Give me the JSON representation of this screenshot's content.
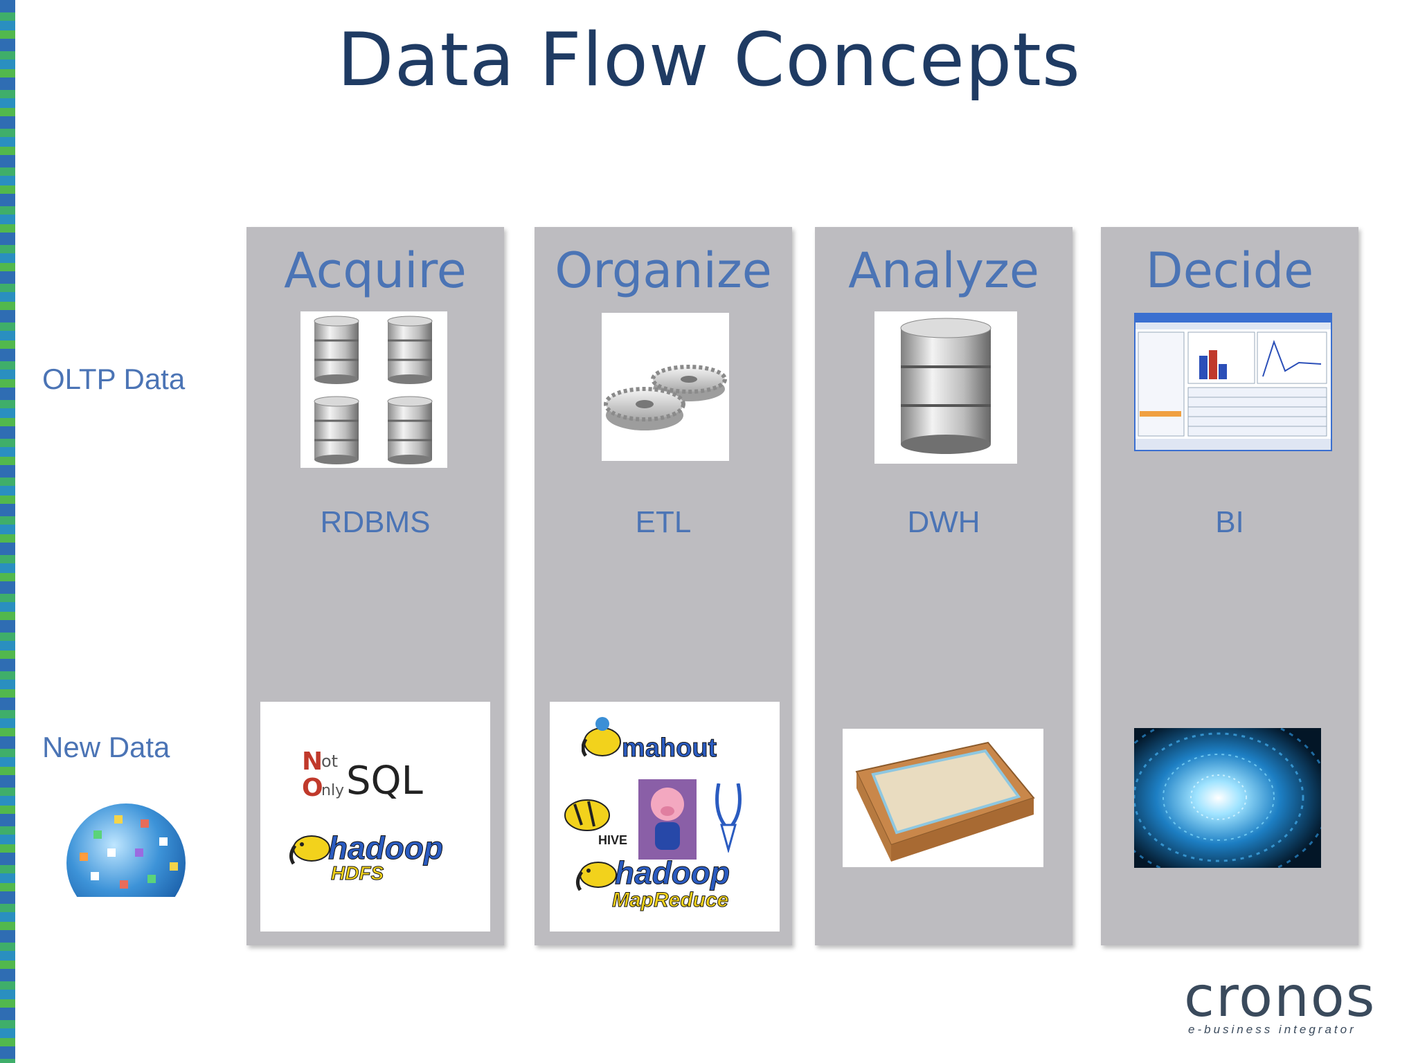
{
  "slide": {
    "title": "Data Flow Concepts",
    "row_labels": {
      "top": "OLTP Data",
      "bottom": "New Data"
    }
  },
  "columns": [
    {
      "heading": "Acquire",
      "sublabel": "RDBMS",
      "top_image": "database-grid-icon",
      "bottom_image": "nosql-hadoop-hdfs-logos"
    },
    {
      "heading": "Organize",
      "sublabel": "ETL",
      "top_image": "gears-icon",
      "bottom_image": "mahout-hive-pig-hadoop-mapreduce-logos"
    },
    {
      "heading": "Analyze",
      "sublabel": "DWH",
      "top_image": "database-stack-icon",
      "bottom_image": "sandbox-icon"
    },
    {
      "heading": "Decide",
      "sublabel": "BI",
      "top_image": "bi-dashboard-screenshot",
      "bottom_image": "binary-tunnel-image"
    }
  ],
  "logos": {
    "nosql": {
      "n": "N",
      "ot": "ot",
      "o": "O",
      "nly": "nly",
      "sql": "SQL"
    },
    "hadoop_hdfs": {
      "word": "hadoop",
      "sub": "HDFS"
    },
    "mahout": "mahout",
    "hive": "HIVE",
    "hadoop_mr": {
      "word": "hadoop",
      "sub": "MapReduce"
    },
    "company": {
      "name": "cronos",
      "tagline": "e-business integrator"
    }
  },
  "colors": {
    "title": "#1f3b63",
    "accent": "#4b74b5",
    "column_bg": "#bdbcc0"
  }
}
